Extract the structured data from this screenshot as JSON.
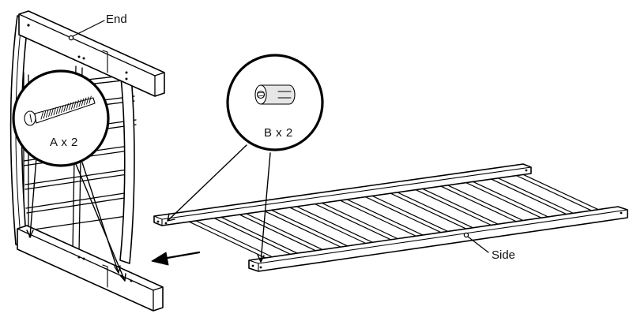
{
  "labels": {
    "end": "End",
    "side": "Side",
    "callout_a": "A x 2",
    "callout_b": "B x 2"
  },
  "parts": {
    "a": {
      "name": "bolt",
      "quantity": 2
    },
    "b": {
      "name": "barrel-nut",
      "quantity": 2
    }
  },
  "icons": {
    "direction": "arrow-left-icon",
    "bolt": "bolt-icon",
    "barrel_nut": "barrel-nut-icon"
  },
  "colors": {
    "line": "#000000",
    "background": "#ffffff",
    "shade": "#e6e6e6"
  }
}
